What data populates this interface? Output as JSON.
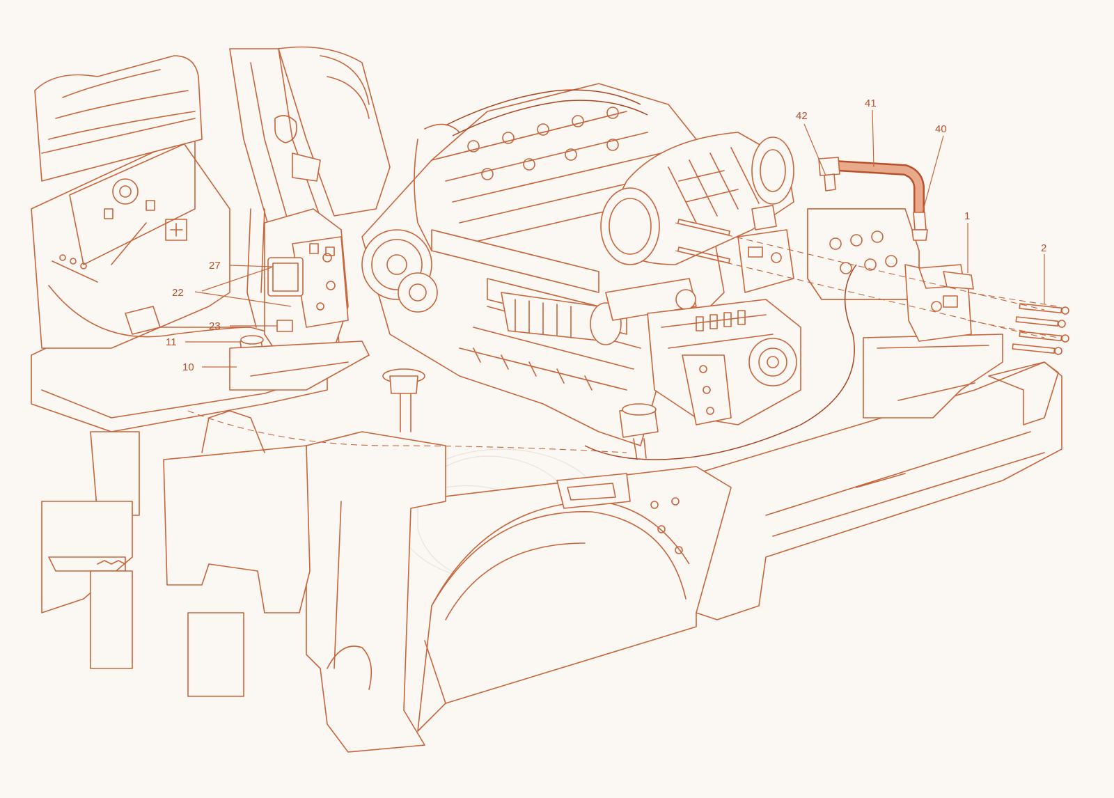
{
  "diagram": {
    "colors": {
      "line": "#c8643a",
      "highlight": "#e9a98b",
      "background": "#fbf8f4"
    },
    "callouts": [
      {
        "id": "c27",
        "label": "27"
      },
      {
        "id": "c22",
        "label": "22"
      },
      {
        "id": "c23",
        "label": "23"
      },
      {
        "id": "c11",
        "label": "11"
      },
      {
        "id": "c10",
        "label": "10"
      },
      {
        "id": "c42",
        "label": "42"
      },
      {
        "id": "c41",
        "label": "41"
      },
      {
        "id": "c40",
        "label": "40"
      },
      {
        "id": "c1",
        "label": "1"
      },
      {
        "id": "c2",
        "label": "2"
      }
    ]
  }
}
